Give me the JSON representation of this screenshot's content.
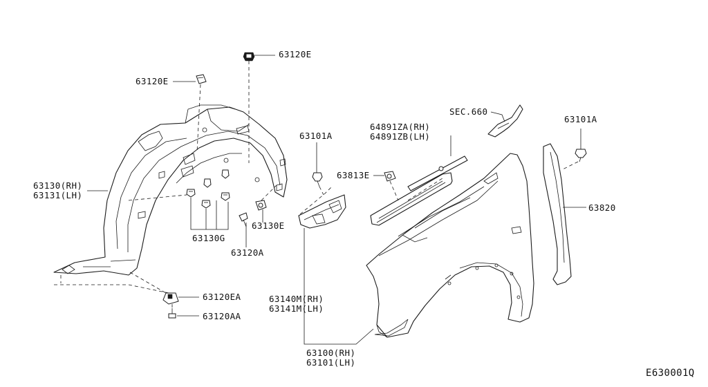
{
  "labels": {
    "p63120E_top": "63120E",
    "p63120E_left": "63120E",
    "p63130_rh": "63130(RH)",
    "p63131_lh": "63131(LH)",
    "p63130G": "63130G",
    "p63130E": "63130E",
    "p63120A": "63120A",
    "p63120EA": "63120EA",
    "p63120AA": "63120AA",
    "p63101A_center": "63101A",
    "p63813E": "63813E",
    "p64891ZA": "64891ZA(RH)",
    "p64891ZB": "64891ZB(LH)",
    "sec660": "SEC.660",
    "p63101A_right": "63101A",
    "p63820": "63820",
    "p63140M": "63140M(RH)",
    "p63141M": "63141M(LH)",
    "p63100": "63100(RH)",
    "p63101": "63101(LH)",
    "drawing_code": "E630001Q"
  },
  "colors": {
    "line": "#1a1a1a",
    "background": "#ffffff"
  }
}
